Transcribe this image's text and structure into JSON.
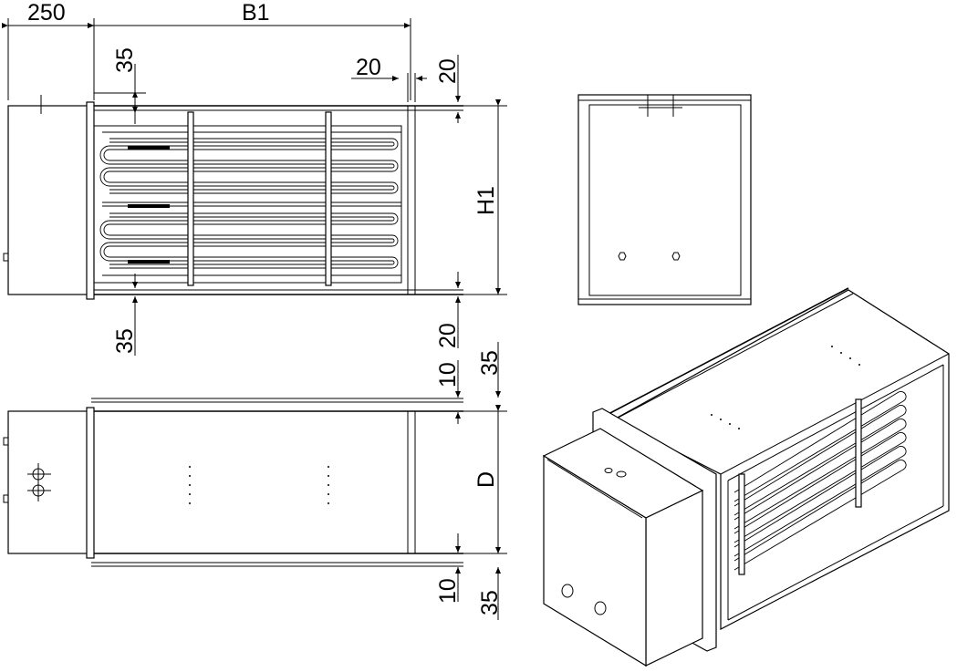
{
  "dimensions": {
    "box_width": "250",
    "b1": "B1",
    "top_offset": "35",
    "flange_h": "20",
    "flange_v": "20",
    "h1": "H1",
    "bottom_offset": "35",
    "bottom_flange": "20",
    "side_top_35": "35",
    "side_top_10": "10",
    "d": "D",
    "side_bottom_10": "10",
    "side_bottom_35": "35"
  }
}
